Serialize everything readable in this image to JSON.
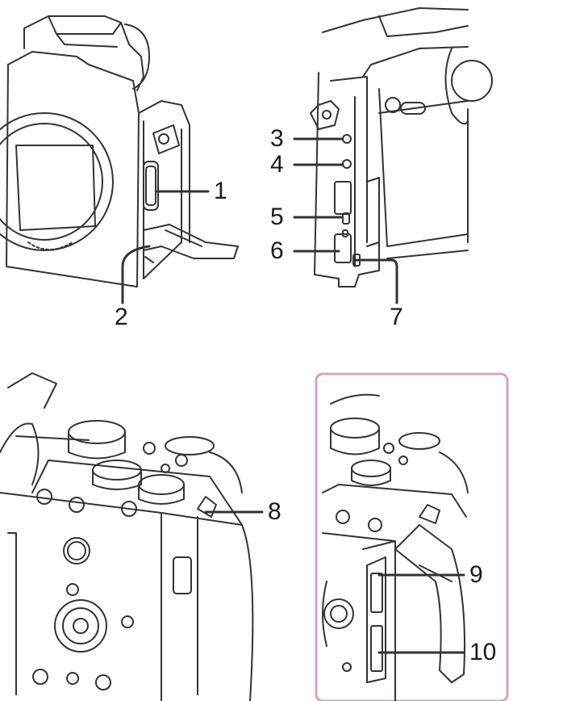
{
  "callouts": [
    {
      "id": "c1",
      "text": "1"
    },
    {
      "id": "c2",
      "text": "2"
    },
    {
      "id": "c3",
      "text": "3"
    },
    {
      "id": "c4",
      "text": "4"
    },
    {
      "id": "c5",
      "text": "5"
    },
    {
      "id": "c6",
      "text": "6"
    },
    {
      "id": "c7",
      "text": "7"
    },
    {
      "id": "c8",
      "text": "8"
    },
    {
      "id": "c9",
      "text": "9"
    },
    {
      "id": "c10",
      "text": "10"
    }
  ],
  "colors": {
    "line": "#333333",
    "highlight_box": "#d4a3c0",
    "background": "#ffffff"
  },
  "icons": [
    "camera-front-side-illustration",
    "camera-rear-side-illustration",
    "camera-top-rear-illustration",
    "camera-grip-card-slot-illustration"
  ]
}
